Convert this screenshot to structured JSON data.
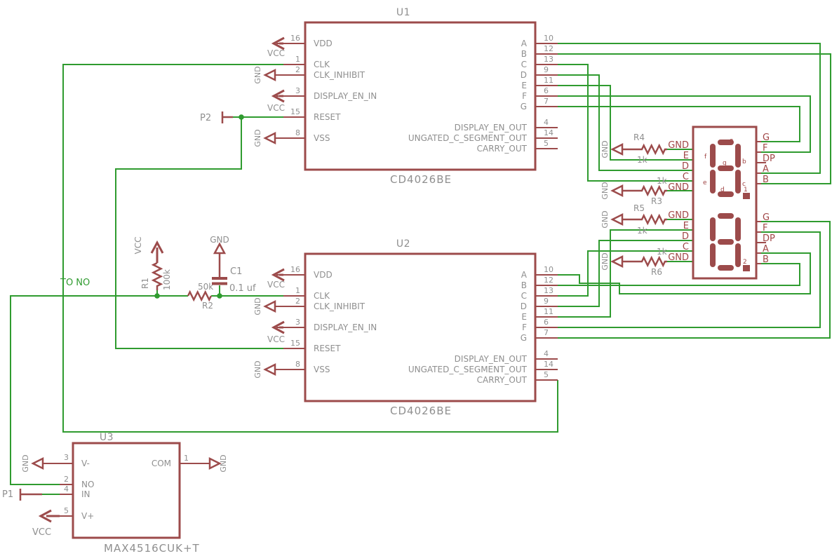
{
  "colors": {
    "component_outline": "#9c4b4b",
    "net_wire": "#2f9b2f",
    "text_gray": "#8f8f8f",
    "label_red": "#a04545",
    "background": "#ffffff"
  },
  "u1": {
    "ref": "U1",
    "part": "CD4026BE",
    "pins_left": [
      {
        "num": "16",
        "name": "VDD"
      },
      {
        "num": "1",
        "name": "CLK"
      },
      {
        "num": "2",
        "name": "CLK_INHIBIT"
      },
      {
        "num": "3",
        "name": "DISPLAY_EN_IN"
      },
      {
        "num": "15",
        "name": "RESET"
      },
      {
        "num": "8",
        "name": "VSS"
      }
    ],
    "pins_right": [
      {
        "num": "10",
        "name": "A"
      },
      {
        "num": "12",
        "name": "B"
      },
      {
        "num": "13",
        "name": "C"
      },
      {
        "num": "9",
        "name": "D"
      },
      {
        "num": "11",
        "name": "E"
      },
      {
        "num": "6",
        "name": "F"
      },
      {
        "num": "7",
        "name": "G"
      },
      {
        "num": "4",
        "name": "DISPLAY_EN_OUT"
      },
      {
        "num": "14",
        "name": "UNGATED_C_SEGMENT_OUT"
      },
      {
        "num": "5",
        "name": "CARRY_OUT"
      }
    ]
  },
  "u2": {
    "ref": "U2",
    "part": "CD4026BE",
    "pins_left": [
      {
        "num": "16",
        "name": "VDD"
      },
      {
        "num": "1",
        "name": "CLK"
      },
      {
        "num": "2",
        "name": "CLK_INHIBIT"
      },
      {
        "num": "3",
        "name": "DISPLAY_EN_IN"
      },
      {
        "num": "15",
        "name": "RESET"
      },
      {
        "num": "8",
        "name": "VSS"
      }
    ],
    "pins_right": [
      {
        "num": "10",
        "name": "A"
      },
      {
        "num": "12",
        "name": "B"
      },
      {
        "num": "13",
        "name": "C"
      },
      {
        "num": "9",
        "name": "D"
      },
      {
        "num": "11",
        "name": "E"
      },
      {
        "num": "6",
        "name": "F"
      },
      {
        "num": "7",
        "name": "G"
      },
      {
        "num": "4",
        "name": "DISPLAY_EN_OUT"
      },
      {
        "num": "14",
        "name": "UNGATED_C_SEGMENT_OUT"
      },
      {
        "num": "5",
        "name": "CARRY_OUT"
      }
    ]
  },
  "u3": {
    "ref": "U3",
    "part": "MAX4516CUK+T",
    "pins_left": [
      {
        "num": "3",
        "name": "V-"
      },
      {
        "num": "2",
        "name": "NO"
      },
      {
        "num": "4",
        "name": "IN"
      },
      {
        "num": "5",
        "name": "V+"
      }
    ],
    "pins_right": [
      {
        "num": "1",
        "name": "COM"
      }
    ]
  },
  "display": {
    "digit1": {
      "left": [
        "GND",
        "E",
        "D",
        "C",
        "GND"
      ],
      "right": [
        "G",
        "F",
        "DP",
        "A",
        "B"
      ],
      "letters": {
        "a": "a",
        "b": "b",
        "c": "c",
        "d": "d",
        "e": "e",
        "f": "f",
        "g": "g"
      },
      "dp": "1"
    },
    "digit2": {
      "left": [
        "GND",
        "E",
        "D",
        "C",
        "GND"
      ],
      "right": [
        "G",
        "F",
        "DP",
        "A",
        "B"
      ],
      "dp": "2"
    }
  },
  "r1": {
    "ref": "R1",
    "value": "100k"
  },
  "r2": {
    "ref": "R2",
    "value": "50k"
  },
  "r3": {
    "ref": "R3",
    "value": "1k"
  },
  "r4": {
    "ref": "R4",
    "value": "1k"
  },
  "r5": {
    "ref": "R5",
    "value": "1k"
  },
  "r6": {
    "ref": "R6",
    "value": "1k"
  },
  "c1": {
    "ref": "C1",
    "value": "0.1 uf"
  },
  "p1": {
    "ref": "P1"
  },
  "p2": {
    "ref": "P2"
  },
  "nets": {
    "to_no": "TO NO",
    "vcc": "VCC",
    "gnd": "GND"
  }
}
